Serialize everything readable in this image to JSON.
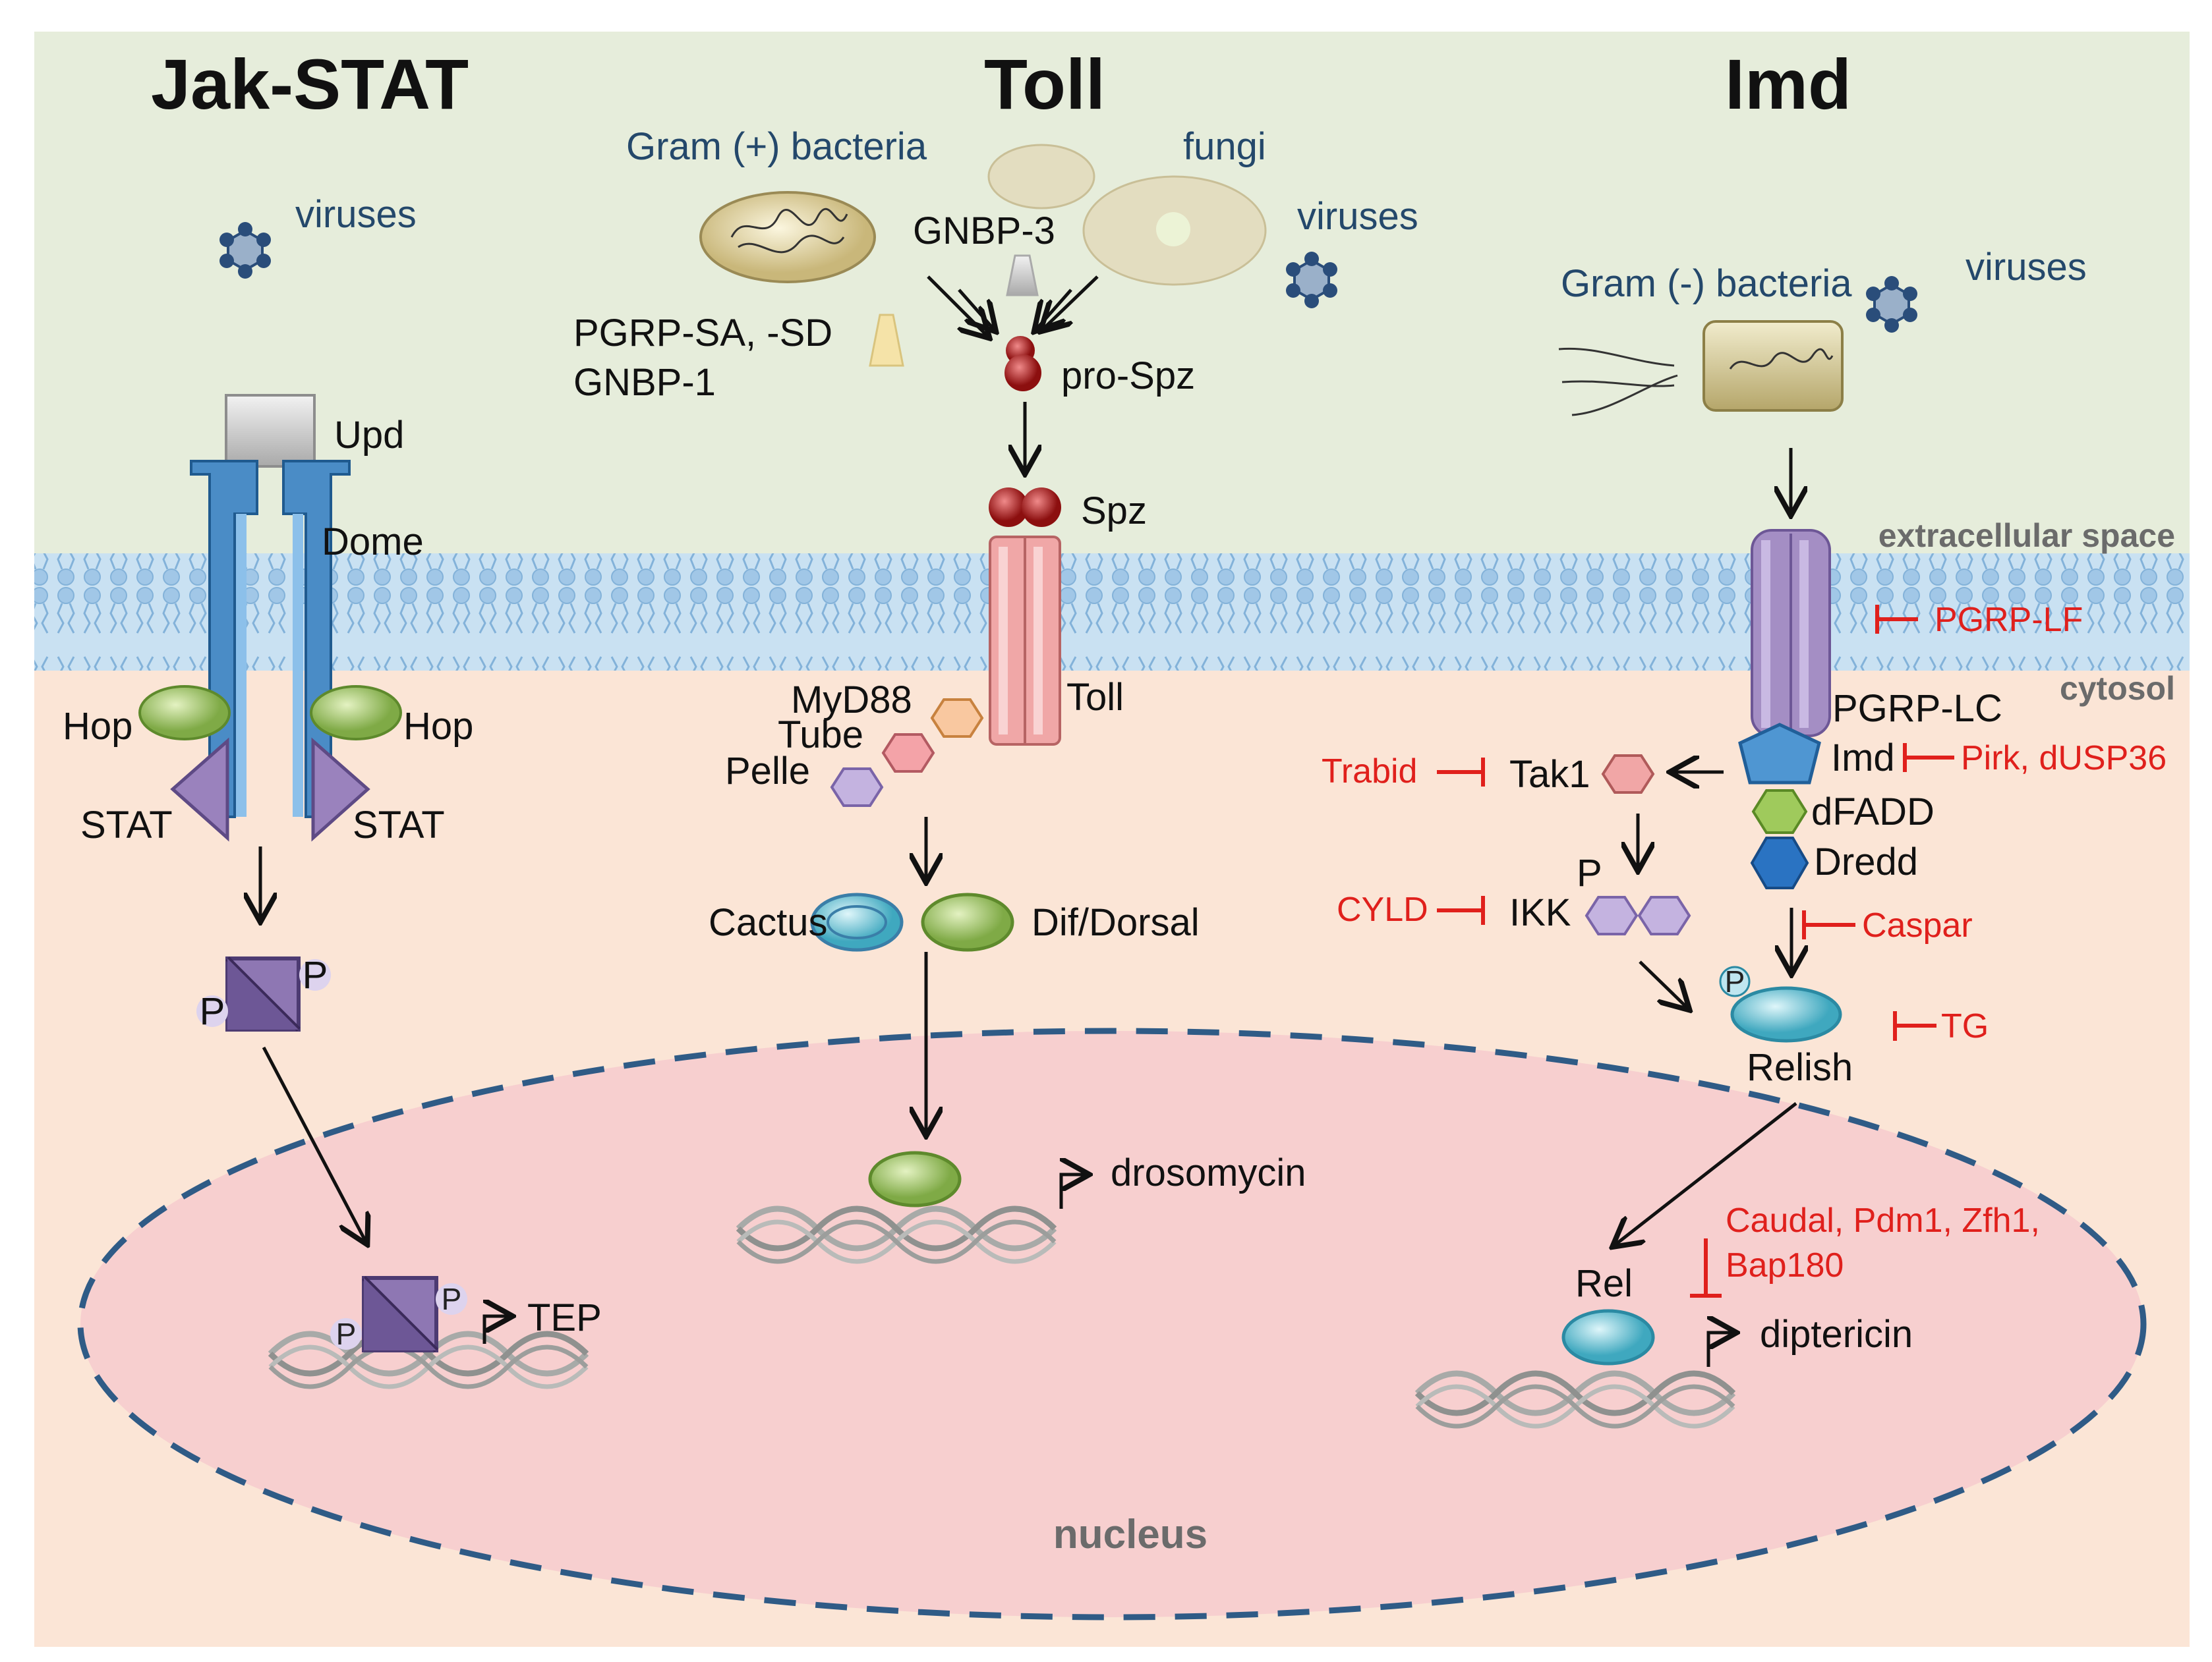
{
  "titles": {
    "jak": "Jak-STAT",
    "toll": "Toll",
    "imd": "Imd"
  },
  "regions": {
    "extracellular": "extracellular space",
    "cytosol": "cytosol",
    "nucleus": "nucleus"
  },
  "jak_stat": {
    "viruses": "viruses",
    "upd": "Upd",
    "dome": "Dome",
    "hop_left": "Hop",
    "hop_right": "Hop",
    "stat_left": "STAT",
    "stat_right": "STAT",
    "phospho": "P",
    "target_gene": "TEP"
  },
  "toll": {
    "gram_pos": "Gram (+) bacteria",
    "fungi": "fungi",
    "gnbp3": "GNBP-3",
    "viruses": "viruses",
    "pgrp_sa": "PGRP-SA, -SD",
    "gnbp1": "GNBP-1",
    "pro_spz": "pro-Spz",
    "spz": "Spz",
    "toll_receptor": "Toll",
    "myd88": "MyD88",
    "tube": "Tube",
    "pelle": "Pelle",
    "cactus": "Cactus",
    "dif_dorsal": "Dif/Dorsal",
    "target_gene": "drosomycin"
  },
  "imd": {
    "gram_neg": "Gram (-) bacteria",
    "viruses": "viruses",
    "pgrp_lc": "PGRP-LC",
    "imd": "Imd",
    "dfadd": "dFADD",
    "dredd": "Dredd",
    "tak1": "Tak1",
    "ikk": "IKK",
    "p": "P",
    "relish": "Relish",
    "rel": "Rel",
    "target_gene": "diptericin"
  },
  "inhibitors": {
    "pgrp_lf": "PGRP-LF",
    "pirk": "Pirk, dUSP36",
    "trabid": "Trabid",
    "cyld": "CYLD",
    "caspar": "Caspar",
    "tg": "TG",
    "caudal": "Caudal, Pdm1, Zfh1,",
    "bap180": "Bap180"
  },
  "colors": {
    "extracellular_bg": "#e6eddb",
    "cytosol_bg": "#fbe5d6",
    "membrane": "#b9d8ee",
    "nucleus_fill": "#f7cfcf",
    "nucleus_border": "#2f5b86",
    "inhibitor": "#e0201c",
    "dome_blue": "#4a8cc6",
    "toll_pink": "#f0a7a7",
    "pgrp_lc_purple": "#a48ec4"
  }
}
